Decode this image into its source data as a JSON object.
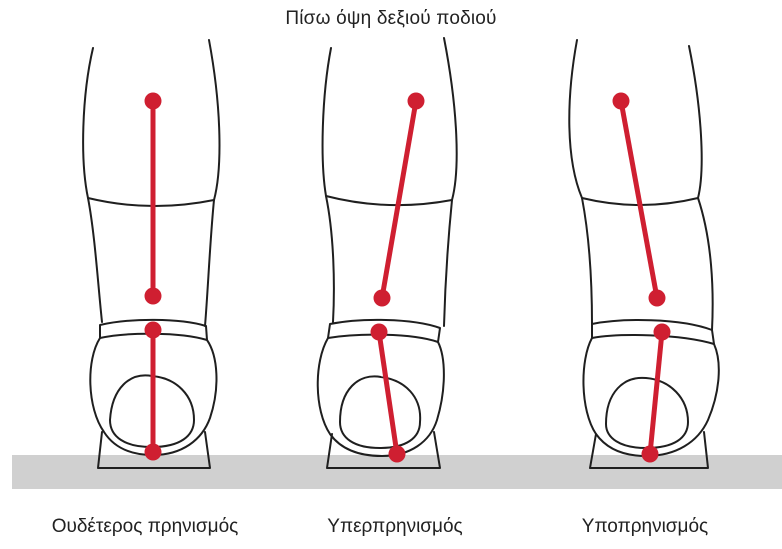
{
  "title": "Πίσω όψη δεξιού ποδιού",
  "colors": {
    "marker": "#cf1f31",
    "outline": "#1f1f1f",
    "floor": "#d0d0d0",
    "background": "#ffffff"
  },
  "feet": [
    {
      "label": "Ουδέτερος πρηνισμός"
    },
    {
      "label": "Υπερπρηνισμός"
    },
    {
      "label": "Υποπρηνισμός"
    }
  ]
}
